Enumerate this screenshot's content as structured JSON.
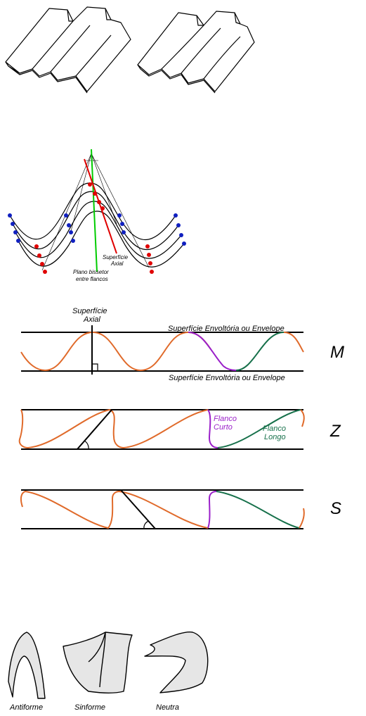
{
  "fold_sketches": {
    "left": "cylindrical-fold-sketch",
    "right": "non-cylindrical-fold-sketch"
  },
  "axial_diagram": {
    "label_axial_1": "Superfície",
    "label_axial_2": "Axial",
    "label_bisector_1": "Plano bissetor",
    "label_bisector_2": "entre flancos",
    "hinge_point_color": "#e00000",
    "inflection_point_color": "#1020c0",
    "axial_color": "#e00000",
    "bisector_color": "#00cc00"
  },
  "profiles": {
    "axial_label_1": "Superfície",
    "axial_label_2": "Axial",
    "envelope_top": "Superfície Envoltória ou Envelope",
    "envelope_bottom": "Superfície Envoltória ou Envelope",
    "short_limb_1": "Flanco",
    "short_limb_2": "Curto",
    "long_limb_1": "Flanco",
    "long_limb_2": "Longo",
    "type_m": "M",
    "type_z": "Z",
    "type_s": "S",
    "wave_color": "#e06a2a",
    "short_limb_color": "#9a1fc9",
    "long_limb_color": "#16704a"
  },
  "fold_types": {
    "antiform": "Antiforme",
    "synform": "Sinforme",
    "neutral": "Neutra",
    "fill_color": "#e6e6e6"
  }
}
